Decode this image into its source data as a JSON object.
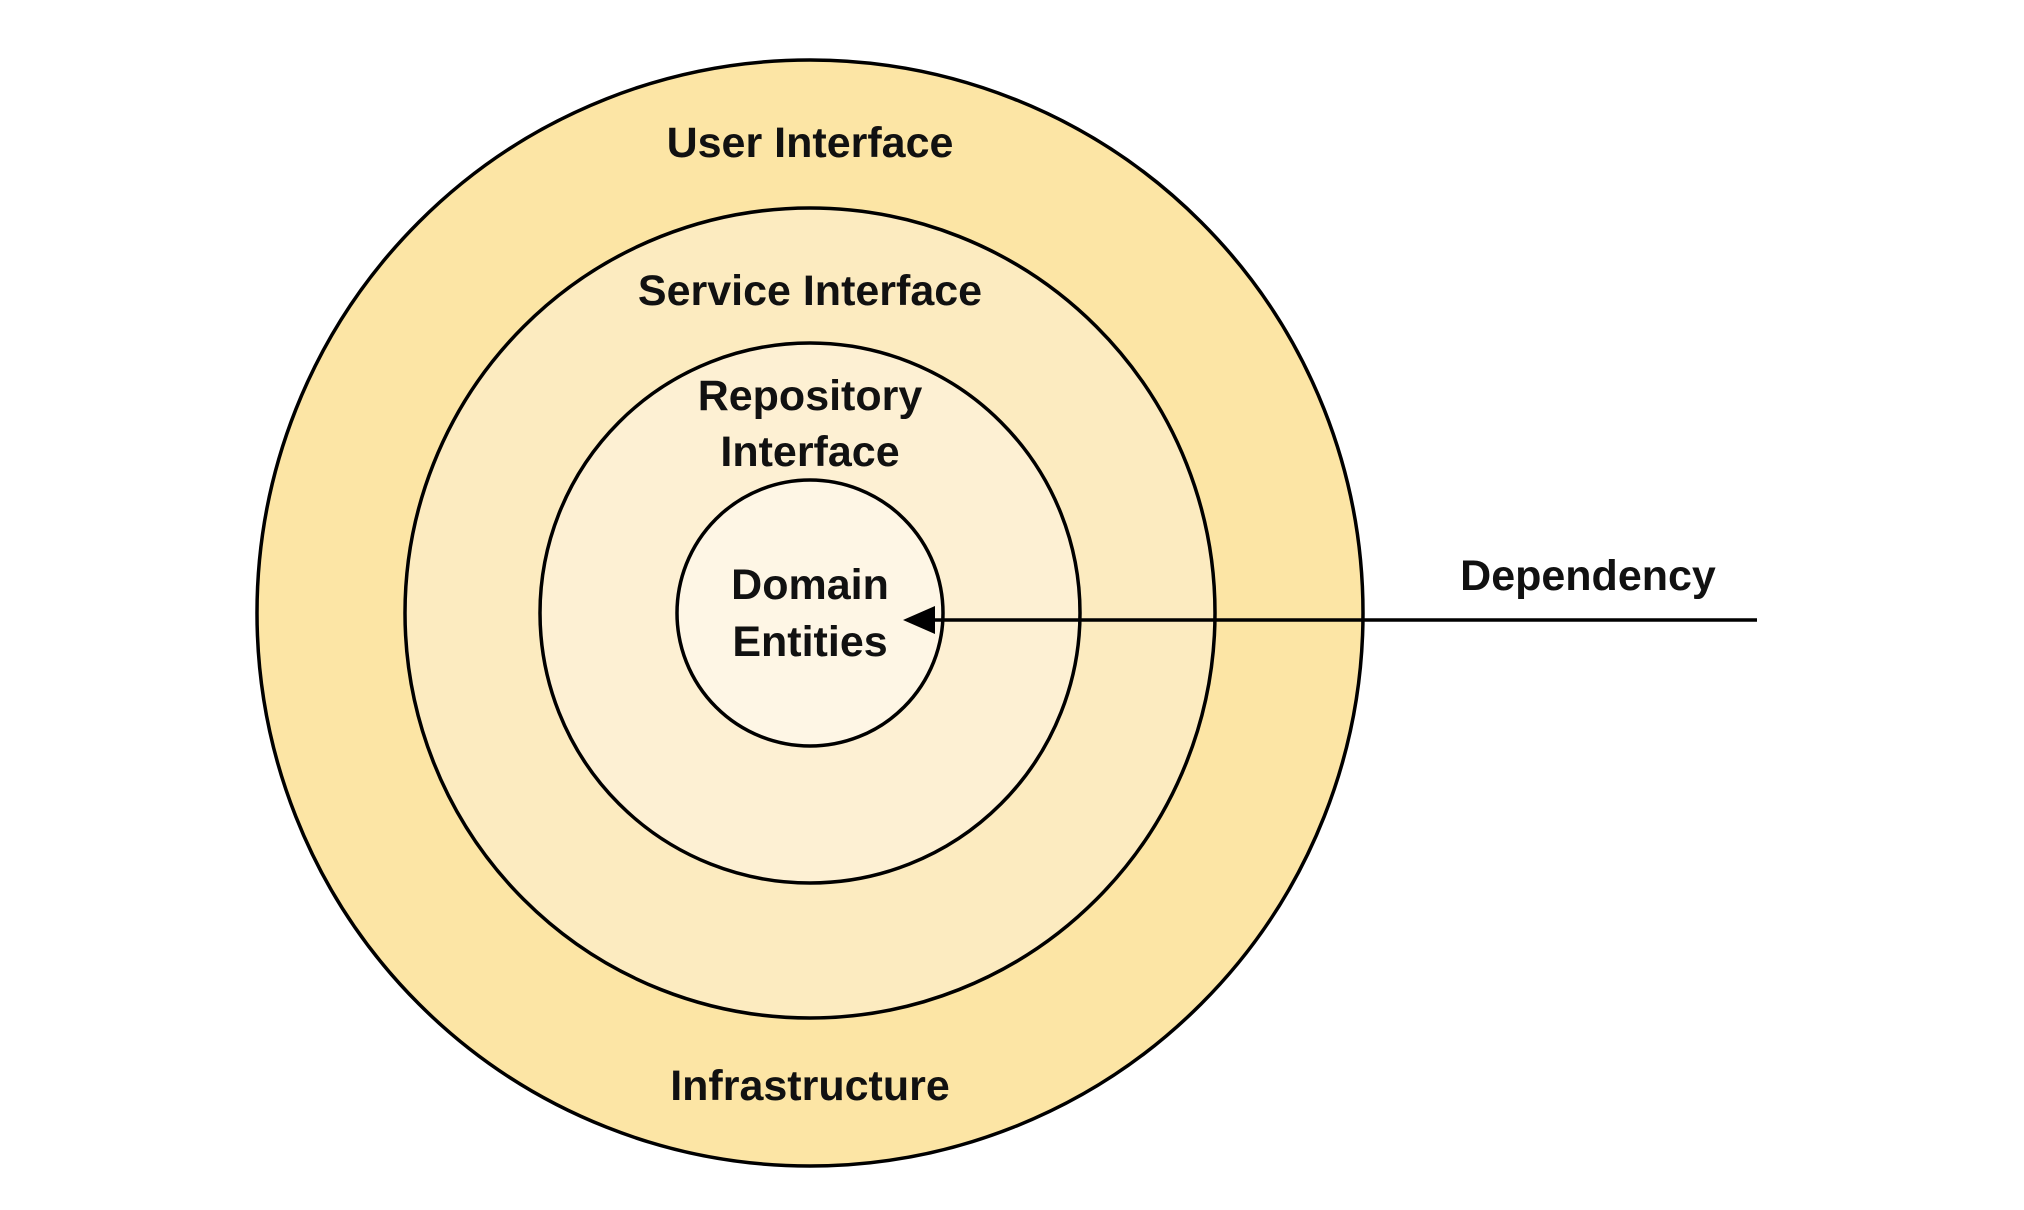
{
  "layers": [
    {
      "id": "infrastructure-ring",
      "fill": "#FCE5A5"
    },
    {
      "id": "service-interface-ring",
      "fill": "#FCEBC0"
    },
    {
      "id": "repository-interface-ring",
      "fill": "#FDF0D3"
    },
    {
      "id": "domain-entities-ring",
      "fill": "#FEF6E5"
    }
  ],
  "labels": {
    "user_interface": "User Interface",
    "infrastructure": "Infrastructure",
    "service_interface": "Service Interface",
    "repository_interface_line1": "Repository",
    "repository_interface_line2": "Interface",
    "domain_entities_line1": "Domain",
    "domain_entities_line2": "Entities",
    "dependency": "Dependency"
  },
  "colors": {
    "outline": "#000000",
    "text": "#111111",
    "background": "#FFFFFF"
  }
}
